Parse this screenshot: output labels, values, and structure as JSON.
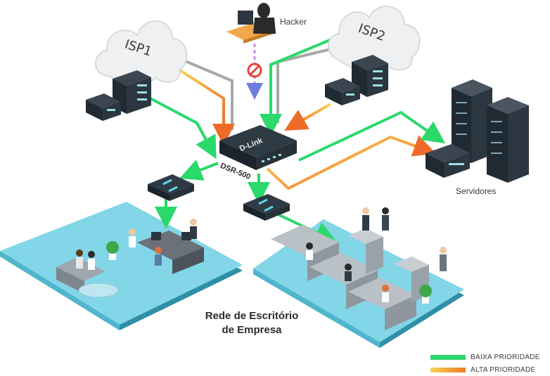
{
  "labels": {
    "isp1": "ISP1",
    "isp2": "ISP2",
    "hacker": "Hacker",
    "router_brand": "D-Link",
    "router_model": "DSR-500",
    "servers": "Servidores",
    "office_line1": "Rede de Escritório",
    "office_line2": "de Empresa"
  },
  "legend": [
    {
      "label": "BAIXA PRIORIDADE",
      "color": "#2ad96a"
    },
    {
      "label": "ALTA PRIORIDADE",
      "color": "#f39c2e"
    }
  ],
  "colors": {
    "low_priority": "#2ad96a",
    "high_priority_start": "#f6c94e",
    "high_priority_end": "#f0772a",
    "gray_link": "#a8a8a8",
    "blocked_link": "#c88be0",
    "block_icon": "#e8423a",
    "floor": "#7ad3e6",
    "floor_edge": "#4fb6cc",
    "device": "#1f2a33"
  },
  "icons": [
    "cloud-icon",
    "server-rack-icon",
    "router-icon",
    "switch-icon",
    "hacker-icon",
    "block-icon",
    "plant-icon"
  ]
}
